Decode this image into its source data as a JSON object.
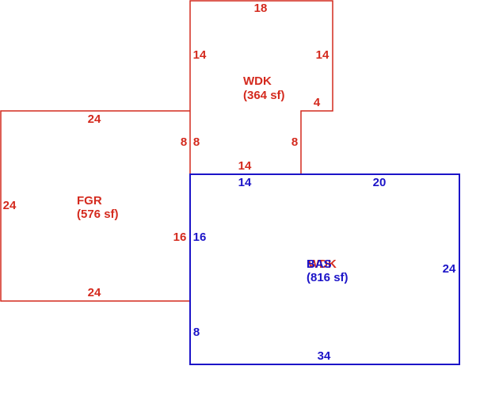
{
  "colors": {
    "red": "#d42a1e",
    "blue": "#1c14c8"
  },
  "areas": {
    "wdk": {
      "name": "WDK",
      "size": "(364 sf)"
    },
    "fgr": {
      "name": "FGR",
      "size": "(576 sf)"
    },
    "bas": {
      "name": "BAS",
      "overlap_name": "WDK",
      "size": "(816 sf)"
    }
  },
  "dims": {
    "wdk_top": "18",
    "wdk_left": "14",
    "wdk_right": "14",
    "wdk_step": "4",
    "wdk_lower_right": "8",
    "wdk_lower_left": "8",
    "wdk_bottom": "14",
    "fgr_top": "24",
    "fgr_right": "8",
    "fgr_left": "24",
    "fgr_inner_right": "16",
    "fgr_bottom": "24",
    "bas_top_left": "14",
    "bas_top_right": "20",
    "bas_left_upper": "16",
    "bas_right": "24",
    "bas_left_lower": "8",
    "bas_bottom": "34"
  }
}
